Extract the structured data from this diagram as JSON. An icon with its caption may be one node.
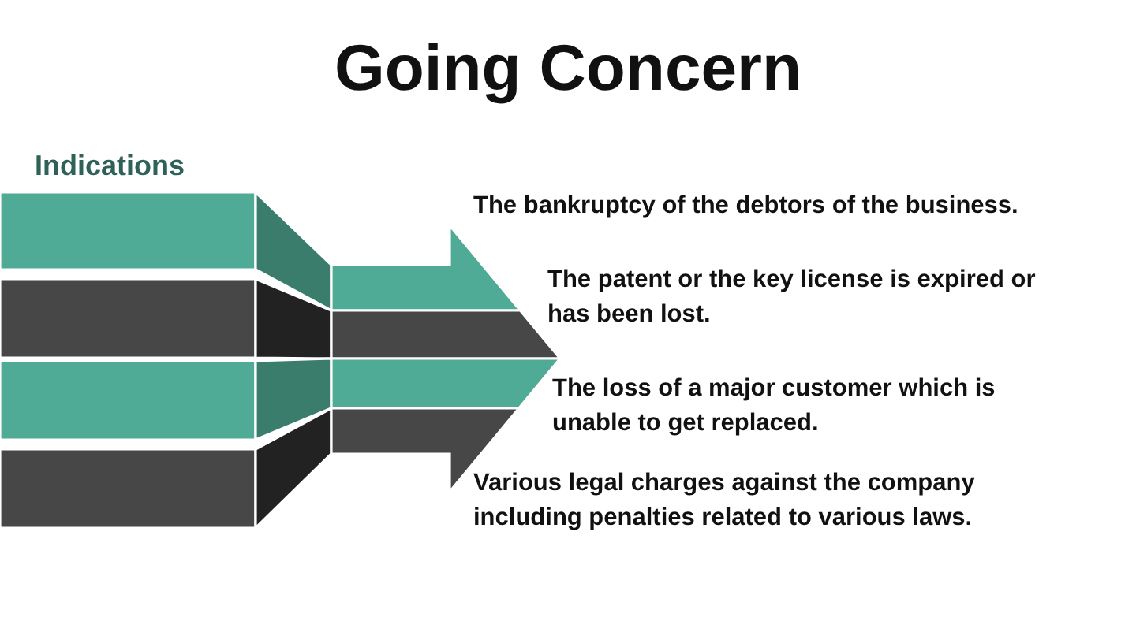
{
  "diagram": {
    "title": "Going Concern",
    "labels": [
      "Indications",
      "The bankruptcy of the debtors of the business.",
      "The patent or the key license is expired or has been lost.",
      "The loss of a major customer which is unable to get replaced.",
      "Various legal charges against the company including penalties related to various laws."
    ]
  }
}
